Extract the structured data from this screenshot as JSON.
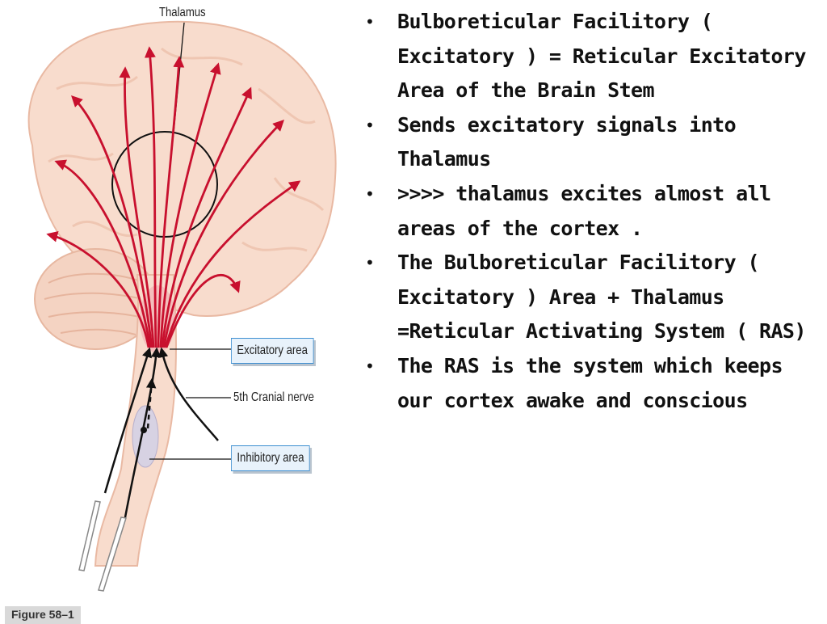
{
  "figure": {
    "labels": {
      "thalamus": "Thalamus",
      "excitatory_area": "Excitatory area",
      "cranial_nerve": "5th Cranial nerve",
      "inhibitory_area": "Inhibitory area"
    },
    "caption_tag": "Figure 58–1",
    "colors": {
      "brain": "#f8dccd",
      "brain_outline": "#e9b9a3",
      "arrow": "#c8102e",
      "box_border": "#3d8fd1",
      "box_fill": "#e8f2fb"
    }
  },
  "bullets": [
    {
      "marker": "•",
      "text": "Bulboreticular  Facilitory ( Excitatory ) = Reticular Excitatory Area of the Brain Stem"
    },
    {
      "marker": "•",
      "text": "Sends excitatory signals into Thalamus"
    },
    {
      "marker": "•",
      "text": ">>>>  thalamus excites almost all areas of the cortex ."
    },
    {
      "marker": "•",
      "text": "The Bulboreticular Facilitory ( Excitatory ) Area + Thalamus =Reticular Activating System ( RAS)"
    },
    {
      "marker": "•",
      "text": "The RAS is the system which keeps our cortex awake and conscious"
    }
  ]
}
